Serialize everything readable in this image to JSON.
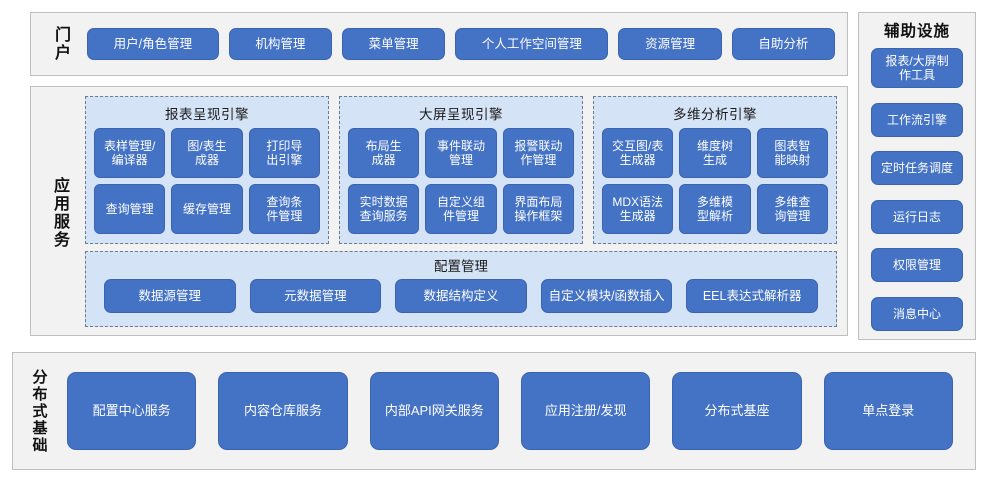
{
  "colors": {
    "button_blue": "#4472C4",
    "button_border": "#3B64B0",
    "panel_gray": "#F2F2F2",
    "panel_border": "#BFBFBF",
    "engine_blue": "#D5E3F7",
    "engine_border": "#6E7B8F",
    "text_dark": "#111111",
    "text_light": "#FFFFFF"
  },
  "portal": {
    "label": "门户",
    "items": [
      {
        "label": "用户/角色管理"
      },
      {
        "label": "机构管理"
      },
      {
        "label": "菜单管理"
      },
      {
        "label": "个人工作空间管理"
      },
      {
        "label": "资源管理"
      },
      {
        "label": "自助分析"
      }
    ]
  },
  "app_services": {
    "label": "应用服务",
    "engines": [
      {
        "title": "报表呈现引擎",
        "items": [
          {
            "label": "表样管理/\n编译器"
          },
          {
            "label": "图/表生\n成器"
          },
          {
            "label": "打印导\n出引擎"
          },
          {
            "label": "查询管理"
          },
          {
            "label": "缓存管理"
          },
          {
            "label": "查询条\n件管理"
          }
        ]
      },
      {
        "title": "大屏呈现引擎",
        "items": [
          {
            "label": "布局生\n成器"
          },
          {
            "label": "事件联动\n管理"
          },
          {
            "label": "报警联动\n作管理"
          },
          {
            "label": "实时数据\n查询服务"
          },
          {
            "label": "自定义组\n件管理"
          },
          {
            "label": "界面布局\n操作框架"
          }
        ]
      },
      {
        "title": "多维分析引擎",
        "items": [
          {
            "label": "交互图/表\n生成器"
          },
          {
            "label": "维度树\n生成"
          },
          {
            "label": "图表智\n能映射"
          },
          {
            "label": "MDX语法\n生成器"
          },
          {
            "label": "多维模\n型解析"
          },
          {
            "label": "多维查\n询管理"
          }
        ]
      }
    ],
    "config": {
      "title": "配置管理",
      "items": [
        {
          "label": "数据源管理"
        },
        {
          "label": "元数据管理"
        },
        {
          "label": "数据结构定义"
        },
        {
          "label": "自定义模块/函数插入"
        },
        {
          "label": "EEL表达式解析器"
        }
      ]
    }
  },
  "sidebar": {
    "title": "辅助设施",
    "items": [
      {
        "label": "报表/大屏制\n作工具",
        "two_line": true
      },
      {
        "label": "工作流引擎",
        "two_line": false
      },
      {
        "label": "定时任务调度",
        "two_line": false
      },
      {
        "label": "运行日志",
        "two_line": false
      },
      {
        "label": "权限管理",
        "two_line": false
      },
      {
        "label": "消息中心",
        "two_line": false
      }
    ]
  },
  "infrastructure": {
    "label": "分布式基础",
    "items": [
      {
        "label": "配置中心服务"
      },
      {
        "label": "内容仓库服务"
      },
      {
        "label": "内部API网关服务"
      },
      {
        "label": "应用注册/发现"
      },
      {
        "label": "分布式基座"
      },
      {
        "label": "单点登录"
      }
    ]
  }
}
